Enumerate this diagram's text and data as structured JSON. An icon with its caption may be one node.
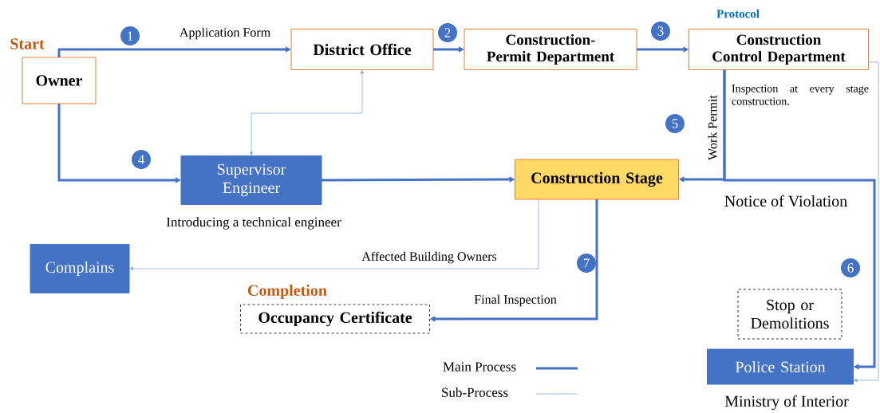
{
  "diagram": {
    "nodes": [
      {
        "text": [
          "Owner"
        ],
        "beside": [
          "Start"
        ]
      },
      {
        "text": [
          "District Office"
        ]
      },
      {
        "text": [
          "Construction-Permit Department"
        ]
      },
      {
        "text": [
          "Construction Control Department"
        ],
        "beside": [
          "Protocol"
        ]
      },
      {
        "text": [
          "Supervisor Engineer"
        ],
        "beside": [
          "Introducing a technical engineer"
        ]
      },
      {
        "text": [
          "Construction Stage"
        ]
      },
      {
        "text": [
          "Complains"
        ]
      },
      {
        "text": [
          "Occupancy Certificate"
        ],
        "beside": [
          "Completion"
        ]
      },
      {
        "text": [
          "Stop or Demolitions"
        ]
      },
      {
        "text": [
          "Police Station"
        ],
        "beside": [
          "Ministry of Interior"
        ]
      }
    ],
    "edges": [
      {
        "from": 0,
        "to": 1,
        "arrow": "to",
        "label": "Application Form"
      },
      {
        "from": 1,
        "to": 2,
        "arrow": "to"
      },
      {
        "from": 2,
        "to": 3,
        "arrow": "to"
      },
      {
        "from": 0,
        "to": 4,
        "arrow": "to"
      },
      {
        "from": 4,
        "to": 1,
        "arrow": "both",
        "color": "#8faadc"
      },
      {
        "from": 4,
        "to": 5,
        "arrow": "to"
      },
      {
        "from": 3,
        "to": 5,
        "arrow": "to",
        "label": "Work Permit"
      },
      {
        "from": 5,
        "to": 6,
        "arrow": "to",
        "label": "Affected Building Owners",
        "color": "#8faadc"
      },
      {
        "from": 5,
        "to": 7,
        "arrow": "to",
        "label": "Final Inspection"
      },
      {
        "from": 3,
        "to": 9,
        "arrow": "to",
        "label": "Notice of Violation"
      },
      {
        "from": 3,
        "to": 9,
        "arrow": "to",
        "color": "#8faadc"
      }
    ],
    "labels": [
      "1",
      "2",
      "3",
      "Inspection at every stage construction.",
      "5",
      "4",
      "7",
      "6"
    ],
    "legend": [
      {
        "text": "Main Process"
      },
      {
        "text": "Sub-Process"
      }
    ]
  }
}
